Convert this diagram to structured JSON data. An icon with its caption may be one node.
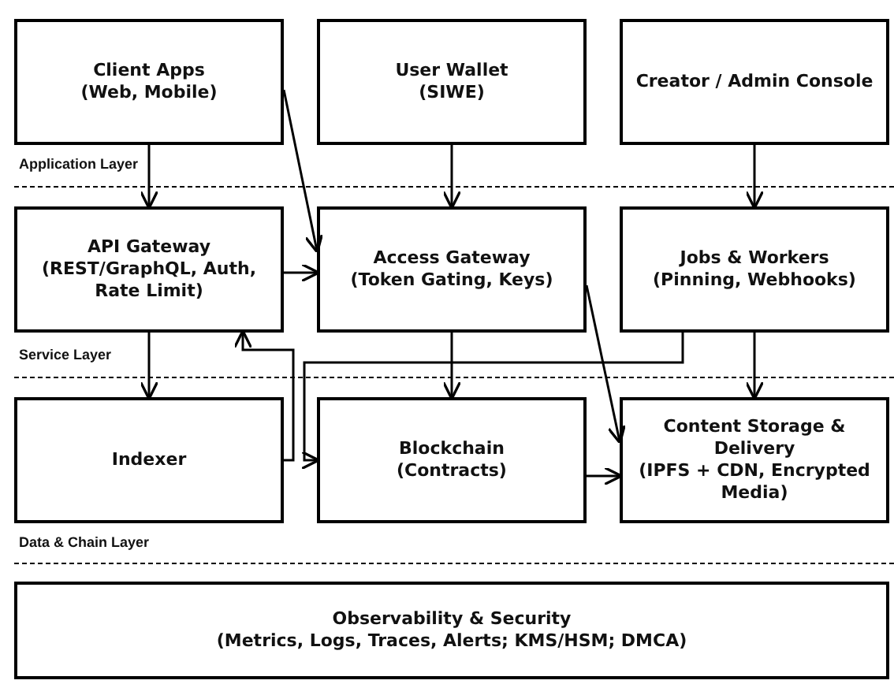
{
  "diagram": {
    "nodes": [
      {
        "text": [
          "Client Apps",
          "(Web, Mobile)"
        ]
      },
      {
        "text": [
          "User Wallet",
          "(SIWE)"
        ]
      },
      {
        "text": [
          "Creator / Admin Console"
        ]
      },
      {
        "text": [
          "API Gateway",
          "(REST/GraphQL, Auth, Rate Limit)"
        ]
      },
      {
        "text": [
          "Access Gateway",
          "(Token Gating, Keys)"
        ]
      },
      {
        "text": [
          "Jobs & Workers",
          "(Pinning, Webhooks)"
        ]
      },
      {
        "text": [
          "Indexer"
        ]
      },
      {
        "text": [
          "Blockchain",
          "(Contracts)"
        ]
      },
      {
        "text": [
          "Content Storage & Delivery",
          "(IPFS + CDN, Encrypted Media)"
        ]
      },
      {
        "text": [
          "Observability & Security",
          "(Metrics, Logs, Traces, Alerts; KMS/HSM; DMCA)"
        ]
      }
    ],
    "edges": [
      {
        "from": 0,
        "to": 3,
        "arrow": "to"
      },
      {
        "from": 1,
        "to": 4,
        "arrow": "to"
      },
      {
        "from": 2,
        "to": 5,
        "arrow": "to"
      },
      {
        "from": 0,
        "to": 4,
        "arrow": "to"
      },
      {
        "from": 3,
        "to": 4,
        "arrow": "to"
      },
      {
        "from": 3,
        "to": 6,
        "arrow": "to"
      },
      {
        "from": 4,
        "to": 7,
        "arrow": "to"
      },
      {
        "from": 5,
        "to": 8,
        "arrow": "to"
      },
      {
        "from": 6,
        "to": 3,
        "arrow": "to"
      },
      {
        "from": 5,
        "to": 7,
        "arrow": "to"
      },
      {
        "from": 4,
        "to": 8,
        "arrow": "to"
      },
      {
        "from": 7,
        "to": 8,
        "arrow": "to"
      }
    ],
    "labels": [
      "Application Layer",
      "Service Layer",
      "Data & Chain Layer"
    ]
  }
}
